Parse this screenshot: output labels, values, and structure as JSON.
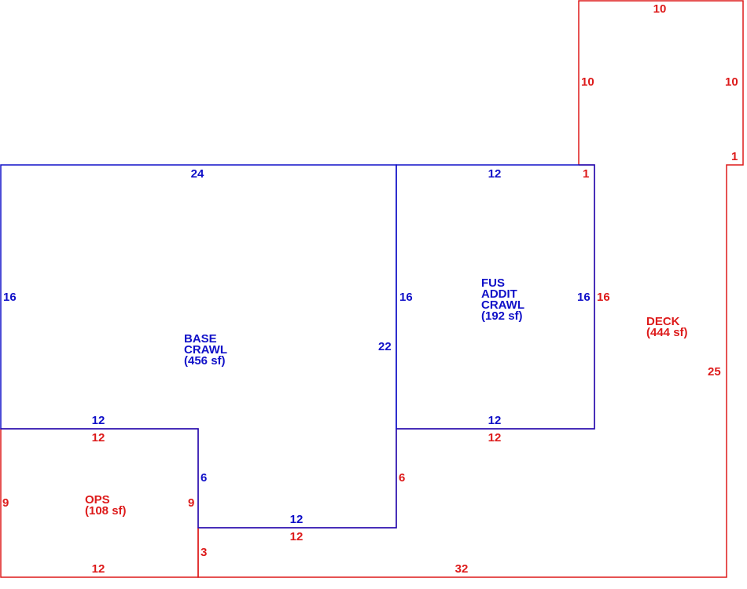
{
  "colors": {
    "living": "#1010c8",
    "exterior": "#dd1a1a"
  },
  "areas": {
    "base": {
      "lines": [
        "BASE",
        "CRAWL",
        "(456 sf)"
      ]
    },
    "fus": {
      "lines": [
        "FUS",
        "ADDIT",
        "CRAWL",
        "(192 sf)"
      ]
    },
    "deck": {
      "lines": [
        "DECK",
        "(444 sf)"
      ]
    },
    "ops": {
      "lines": [
        "OPS",
        "(108 sf)"
      ]
    }
  },
  "dimensions": {
    "base_top": "24",
    "base_left": "16",
    "base_right_upper": "16",
    "base_right_total": "22",
    "base_bottom_left": "12",
    "base_step": "6",
    "base_bottom_mid": "12",
    "fus_top": "12",
    "fus_right": "16",
    "fus_bottom": "12",
    "deck_top": "10",
    "deck_left_upper": "10",
    "deck_right_upper": "10",
    "deck_jog": "1",
    "deck_jog_inner": "1",
    "deck_right": "25",
    "deck_fus_side": "16",
    "deck_under_fus": "12",
    "deck_step": "6",
    "deck_under_base": "12",
    "deck_step_lower": "3",
    "deck_bottom": "32",
    "ops_top": "12",
    "ops_left": "9",
    "ops_right": "9",
    "ops_bottom": "12"
  }
}
